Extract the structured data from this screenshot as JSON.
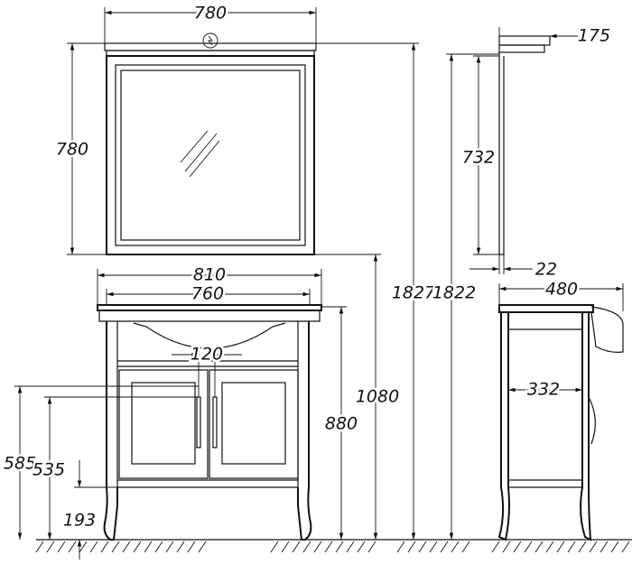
{
  "title": "Vanity unit with mirror – dimensional drawing",
  "dimensions": {
    "mirror_width": "780",
    "mirror_height": "780",
    "shelf_depth": "175",
    "mirror_side_height": "732",
    "mirror_thickness": "22",
    "countertop_width": "810",
    "cabinet_width": "760",
    "handle_spacing": "120",
    "cabinet_depth": "480",
    "inner_depth": "332",
    "total_height_front": "1827",
    "total_height_side": "1822",
    "mirror_bottom_height": "1080",
    "vanity_height": "880",
    "door_top_height": "585",
    "handle_height": "535",
    "plinth_height": "193"
  },
  "colors": {
    "line": "#111111",
    "background": "#ffffff"
  }
}
